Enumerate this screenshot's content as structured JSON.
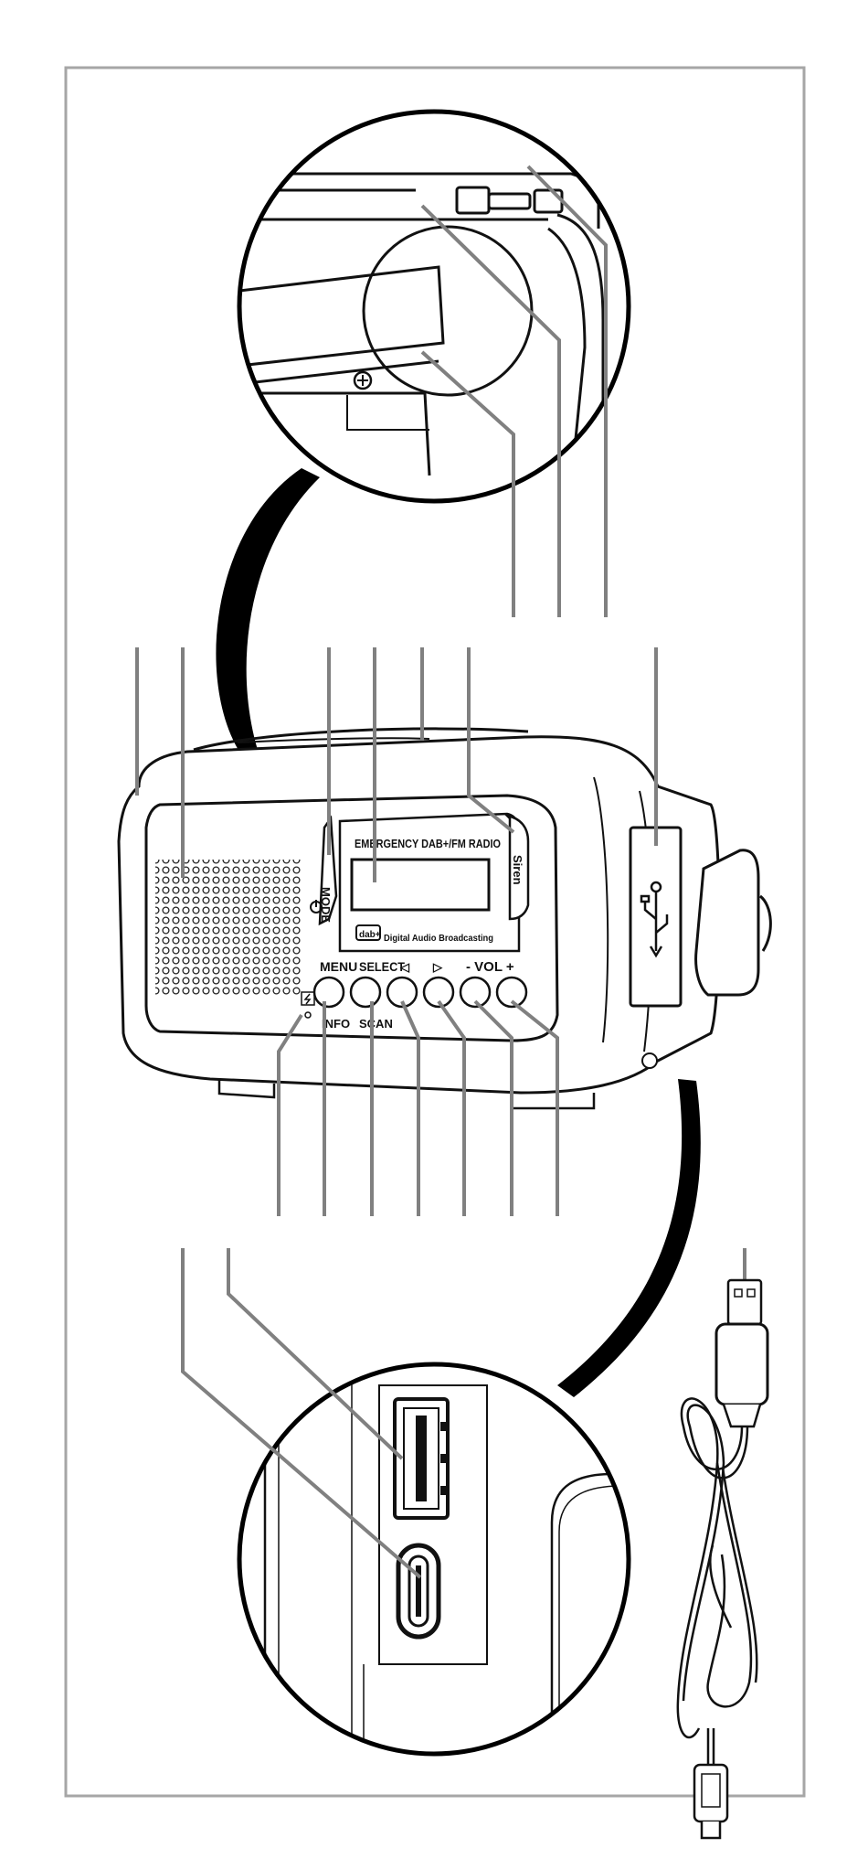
{
  "radio": {
    "title": "EMERGENCY DAB+/FM RADIO",
    "mode_label": "MODE",
    "siren_label": "Siren",
    "dab_logo": "dab+",
    "dab_subtitle": "Digital Audio Broadcasting",
    "buttons": {
      "menu_top": "MENU",
      "menu_bottom": "INFO",
      "select_top": "SELECT",
      "select_bottom": "SCAN",
      "left_arrow": "◁",
      "right_arrow": "▷",
      "vol_label": "- VOL +"
    }
  },
  "icons": [
    "power-icon",
    "usb-icon",
    "charge-indicator-icon",
    "screw-icon"
  ]
}
